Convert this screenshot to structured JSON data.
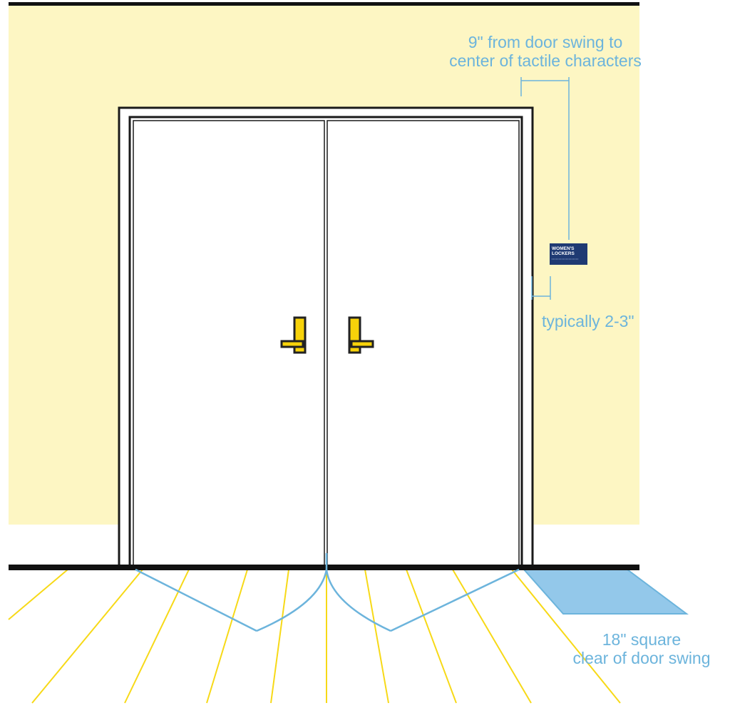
{
  "colors": {
    "wall": "#fdf6c3",
    "floor_lines": "#f7d917",
    "dimension": "#6cb4dc",
    "handle": "#f7d20a",
    "sign": "#1f3a73",
    "clear_space": "#93c8ea"
  },
  "labels": {
    "top_line1": "9\" from door swing to",
    "top_line2": "center of tactile characters",
    "side": "typically 2-3\"",
    "bottom_line1": "18\" square",
    "bottom_line2": "clear of door swing"
  },
  "sign": {
    "line1": "WOMEN'S",
    "line2": "LOCKERS"
  }
}
